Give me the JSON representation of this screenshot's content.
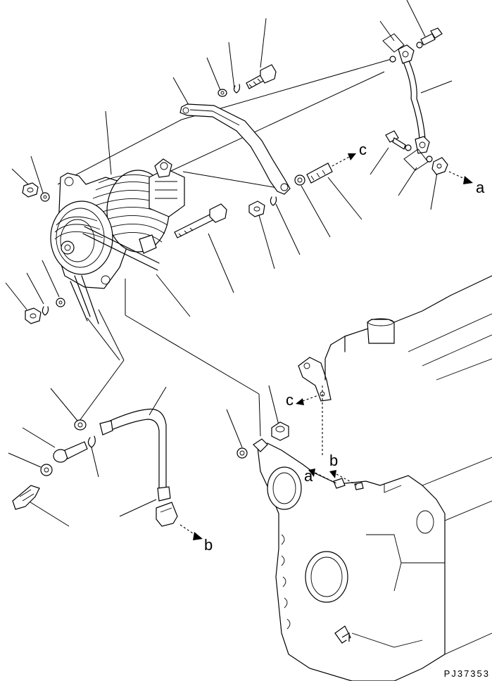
{
  "drawing_id": "PJ37353",
  "callouts": {
    "a": "a",
    "b": "b",
    "c": "c"
  },
  "colors": {
    "line": "#000000",
    "background": "#ffffff"
  }
}
